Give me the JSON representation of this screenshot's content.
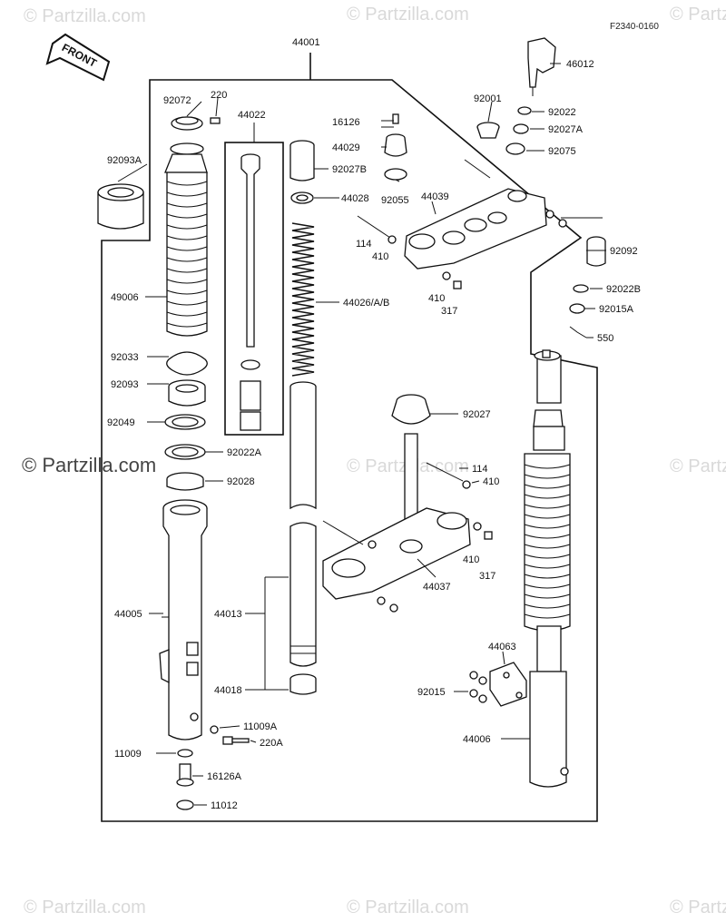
{
  "diagram": {
    "drawing_code": "F2340-0160",
    "front_label": "FRONT",
    "watermark_text": "© Partzilla.com",
    "side_watermark_text": "© Partzilla.com",
    "callouts": {
      "c44001": "44001",
      "c92072": "92072",
      "c220": "220",
      "c44022": "44022",
      "c16126": "16126",
      "c92001": "92001",
      "c46012": "46012",
      "c92022": "92022",
      "c92027A": "92027A",
      "c92075": "92075",
      "c92093A": "92093A",
      "c92027B": "92027B",
      "c44029": "44029",
      "c44028": "44028",
      "c92055": "92055",
      "c44039": "44039",
      "c114a": "114",
      "c410a": "410",
      "c410b": "410",
      "c317a": "317",
      "c92092": "92092",
      "c92022B": "92022B",
      "c92015A": "92015A",
      "c550": "550",
      "c49006": "49006",
      "c44026": "44026/A/B",
      "c92033": "92033",
      "c92093": "92093",
      "c92049": "92049",
      "c92027": "92027",
      "c92022A": "92022A",
      "c92028": "92028",
      "c114b": "114",
      "c410c": "410",
      "c410d": "410",
      "c317b": "317",
      "c44037": "44037",
      "c44005": "44005",
      "c44013": "44013",
      "c44018": "44018",
      "c44063": "44063",
      "c92015": "92015",
      "c44006": "44006",
      "c11009A": "11009A",
      "c220A": "220A",
      "c11009": "11009",
      "c16126A": "16126A",
      "c11012": "11012"
    }
  }
}
